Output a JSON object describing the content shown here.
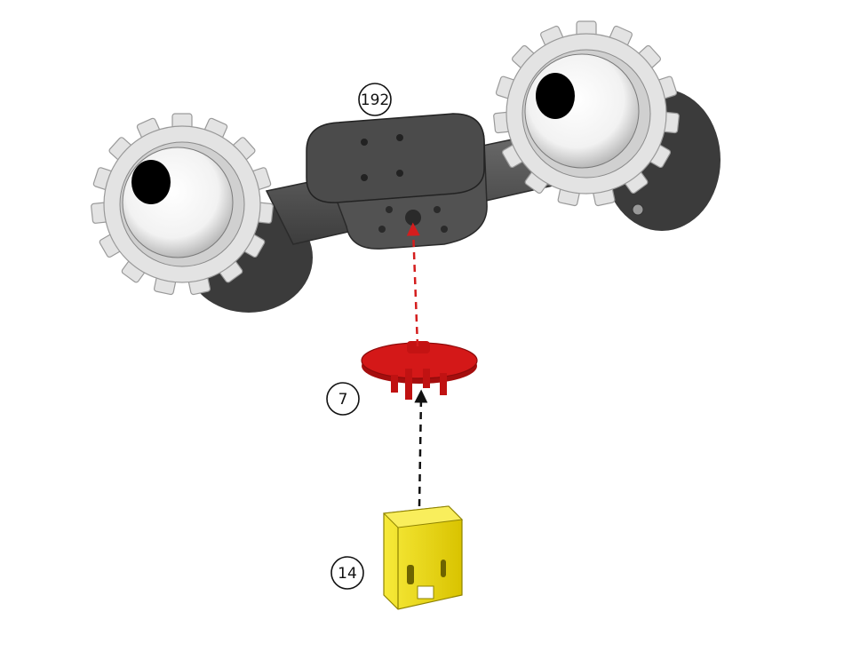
{
  "diagram": {
    "steps": [
      {
        "label": "192",
        "part": "wheel-axle-assembly"
      },
      {
        "label": "7",
        "part": "red-hub-disc"
      },
      {
        "label": "14",
        "part": "yellow-connector-block"
      }
    ],
    "arrows": [
      {
        "from": "red-hub-disc",
        "to": "wheel-axle-assembly",
        "color": "#d41d1d",
        "style": "dashed"
      },
      {
        "from": "yellow-connector-block",
        "to": "red-hub-disc",
        "color": "#111111",
        "style": "dashed"
      }
    ],
    "colors": {
      "body": "#555555",
      "gear": "#e4e4e4",
      "red_part": "#cc1414",
      "yellow_part": "#f5e219",
      "eye_pupil": "#000000"
    }
  }
}
